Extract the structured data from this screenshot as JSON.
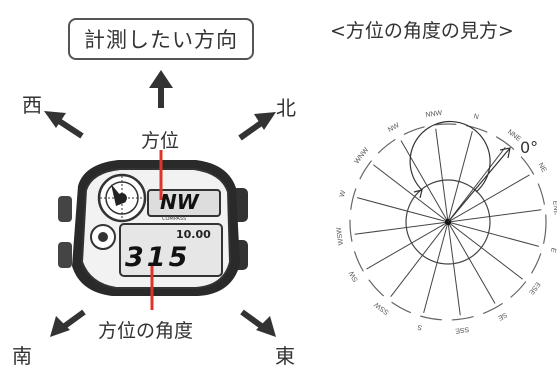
{
  "left_panel": {
    "target_direction": "計測したい方向",
    "directions": {
      "west": "西",
      "north": "北",
      "south": "南",
      "east": "東"
    },
    "bearing_label": "方位",
    "angle_label": "方位の角度",
    "watch": {
      "bearing_text": "NW",
      "angle_text": "315",
      "small_text": "10.00",
      "sub_label": "COMPASS"
    }
  },
  "right_panel": {
    "title": "<方位の角度の見方>",
    "zero_label": "0°",
    "compass_points": [
      "NNW",
      "NW",
      "WNW",
      "W",
      "WSW",
      "SW",
      "SSW",
      "S",
      "SSE",
      "SE",
      "ESE",
      "E",
      "ENE",
      "NE",
      "NNE",
      "N"
    ]
  },
  "colors": {
    "accent": "#e0342a",
    "line": "#333333",
    "arrow": "#333333"
  }
}
